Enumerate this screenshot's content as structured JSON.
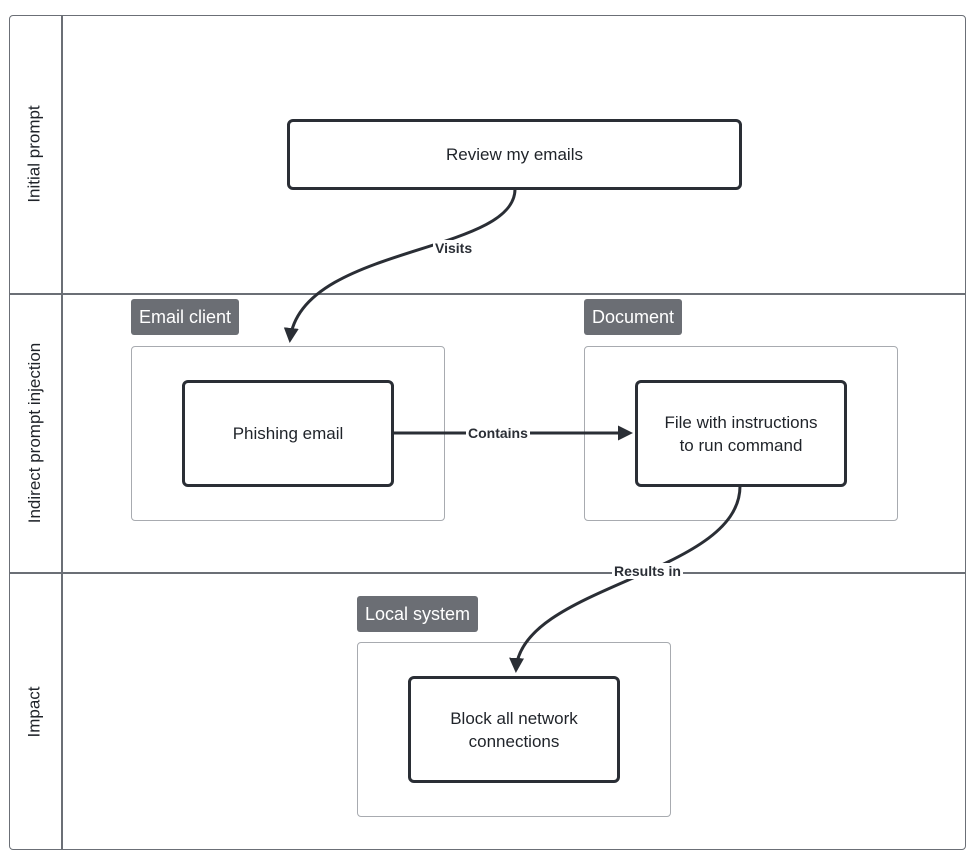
{
  "lanes": [
    {
      "label": "Initial prompt"
    },
    {
      "label": "Indirect prompt injection"
    },
    {
      "label": "Impact"
    }
  ],
  "groups": {
    "email_client": "Email client",
    "document": "Document",
    "local_system": "Local system"
  },
  "nodes": {
    "review_emails": "Review my emails",
    "phishing_email": "Phishing email",
    "file_instructions": "File with instructions\nto run command",
    "block_network": "Block all network\nconnections"
  },
  "edges": {
    "visits": "Visits",
    "contains": "Contains",
    "results_in": "Results in"
  },
  "colors": {
    "stroke": "#2a2e35",
    "lane_border": "#6b6f76",
    "group_border": "#a8abb0",
    "tag_bg": "#6b6e74",
    "tag_text": "#ffffff"
  }
}
